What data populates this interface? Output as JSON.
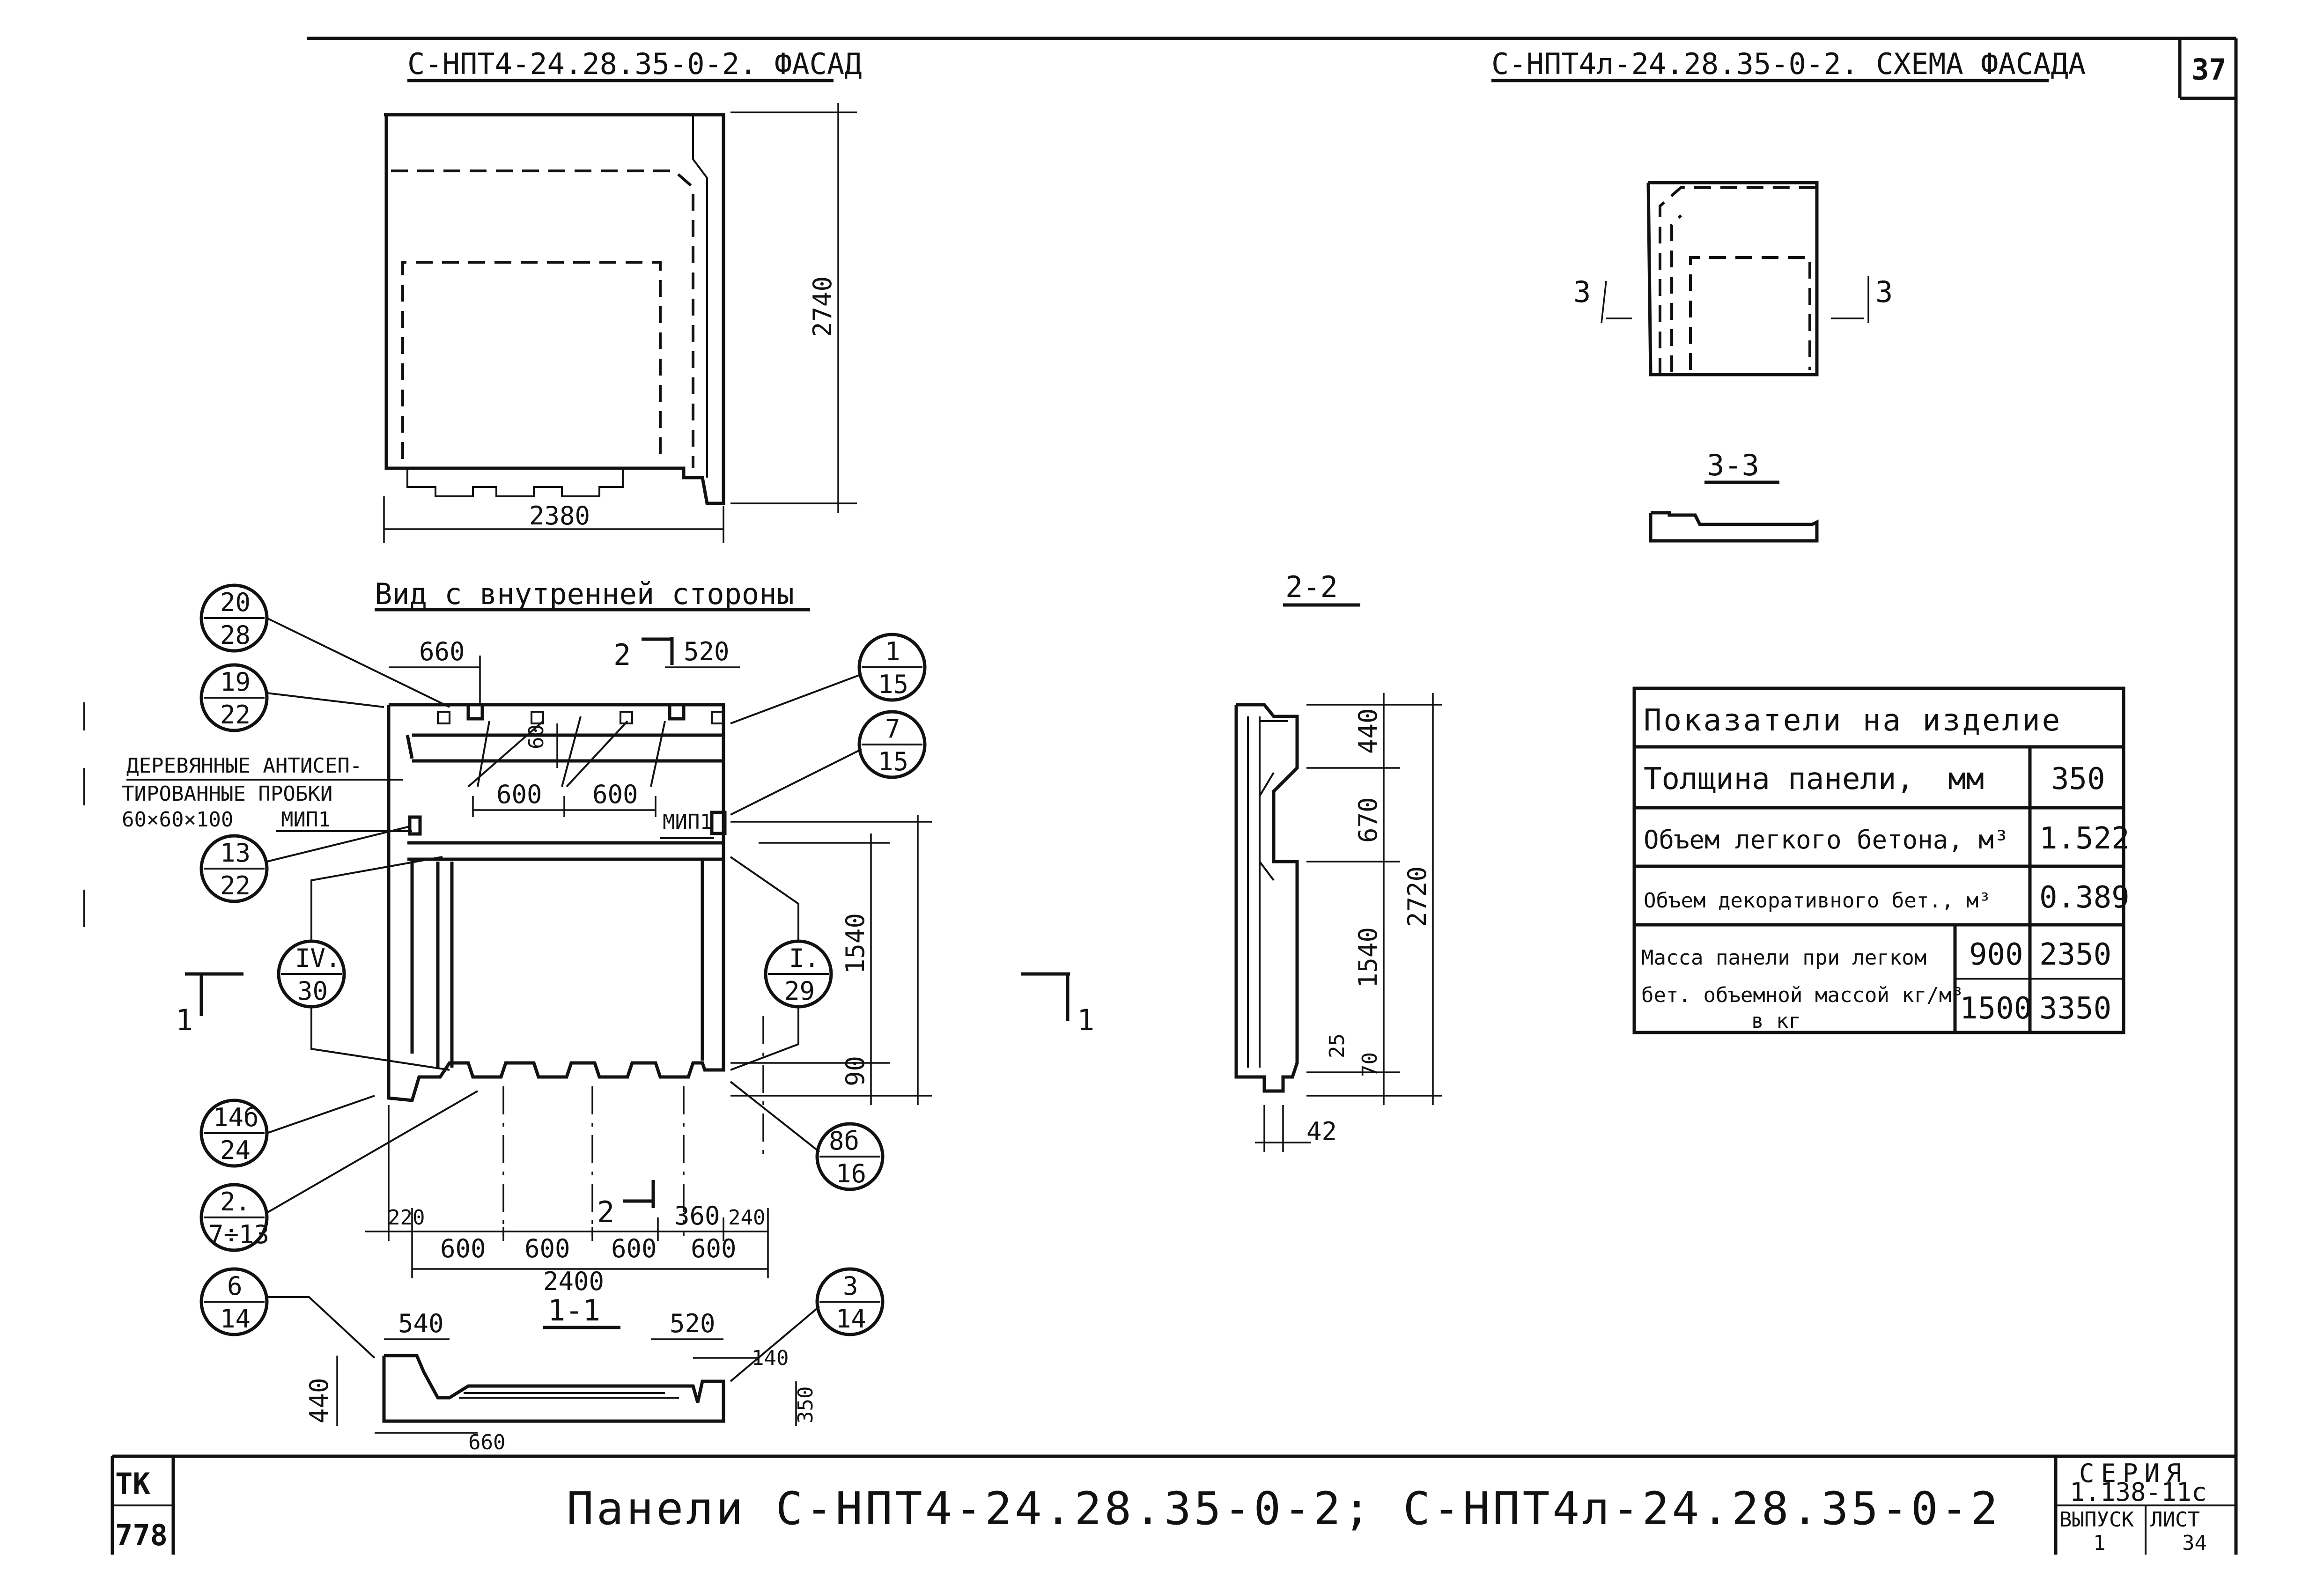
{
  "sheet": {
    "page_number": "37",
    "title": "Панели С-НПТ4-24.28.35-0-2; С-НПТ4л-24.28.35-0-2",
    "series_label": "СЕРИЯ",
    "series_value": "1.138-11с",
    "issue_label": "ВЫПУСК",
    "sheet_label": "ЛИСТ",
    "issue_value": "1",
    "sheet_value": "34",
    "stamp_top": "ТК",
    "stamp_bottom": "778"
  },
  "views": {
    "facade_title": "С-НПТ4-24.28.35-0-2. ФАСАД",
    "scheme_title": "С-НПТ4л-24.28.35-0-2. СХЕМА ФАСАДА",
    "inner_view_title": "Вид с внутренней стороны",
    "section_2_2": "2-2",
    "section_3_3": "3-3",
    "section_1_1": "1-1"
  },
  "dimensions": {
    "facade_width": "2380",
    "facade_height": "2740",
    "inner_660": "660",
    "inner_520": "520",
    "inner_600a": "600",
    "inner_600b": "600",
    "inner_60": "60",
    "inner_1540": "1540",
    "inner_90": "90",
    "bottom_220": "220",
    "bottom_600a": "600",
    "bottom_600b": "600",
    "bottom_600c": "600",
    "bottom_360": "360",
    "bottom_240": "240",
    "bottom_600d": "600",
    "bottom_2400": "2400",
    "sec_440": "440",
    "sec_670": "670",
    "sec_1540": "1540",
    "sec_2720": "2720",
    "sec_25": "25",
    "sec_70": "70",
    "sec_42": "42",
    "s11_540": "540",
    "s11_520": "520",
    "s11_140": "140",
    "s11_440": "440",
    "s11_350": "350",
    "s11_660": "660"
  },
  "section_marks": {
    "m2_top": "2",
    "m2_bottom": "2",
    "m1_left": "1",
    "m1_right": "1",
    "m3_left": "3",
    "m3_right": "3"
  },
  "notes": {
    "plugs_line1": "ДЕРЕВЯННЫЕ АНТИСЕП-",
    "plugs_line2": "ТИРОВАННЫЕ ПРОБКИ",
    "plugs_line3": "60×60×100",
    "plugs_mark": "МИП1",
    "mip_right": "МИП1"
  },
  "callouts": [
    {
      "top": "20",
      "bottom": "28"
    },
    {
      "top": "19",
      "bottom": "22"
    },
    {
      "top": "13",
      "bottom": "22"
    },
    {
      "top": "IV.",
      "bottom": "30"
    },
    {
      "top": "14б",
      "bottom": "24"
    },
    {
      "top": "2.",
      "bottom": "7÷13"
    },
    {
      "top": "6",
      "bottom": "14"
    },
    {
      "top": "1",
      "bottom": "15"
    },
    {
      "top": "7",
      "bottom": "15"
    },
    {
      "top": "I.",
      "bottom": "29"
    },
    {
      "top": "8б",
      "bottom": "16"
    },
    {
      "top": "3",
      "bottom": "14"
    }
  ],
  "table": {
    "title": "Показатели на изделие",
    "rows": [
      {
        "label": "Толщина панели,",
        "unit": "мм",
        "value": "350"
      },
      {
        "label": "Объем легкого бетона, м³",
        "value": "1.522"
      },
      {
        "label": "Объем декоративного бет., м³",
        "value": "0.389"
      }
    ],
    "mass_label_1": "Масса панели при легком",
    "mass_label_2": "бет. объемной массой кг/м³",
    "mass_label_3": "в кг",
    "mass_rows": [
      {
        "density": "900",
        "value": "2350"
      },
      {
        "density": "1500",
        "value": "3350"
      }
    ]
  }
}
